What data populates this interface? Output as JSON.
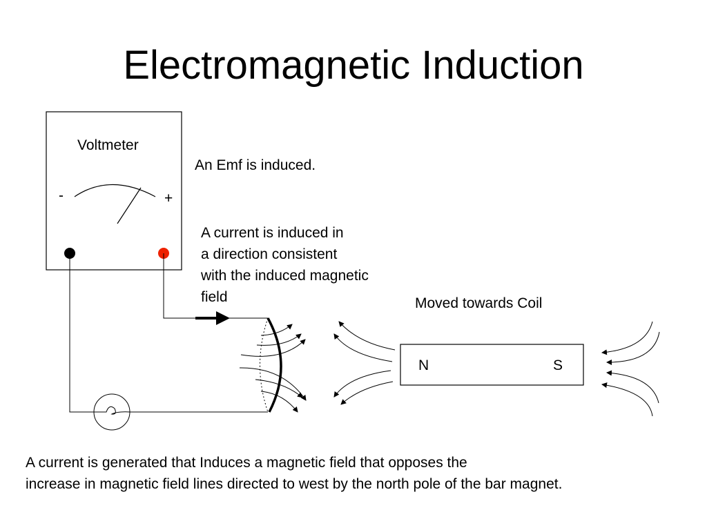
{
  "slide": {
    "title": "Electromagnetic Induction"
  },
  "voltmeter": {
    "label": "Voltmeter",
    "minus_label": "-",
    "plus_label": "+",
    "negative_terminal_color": "#000000",
    "positive_terminal_color": "#ee2200"
  },
  "annotations": {
    "emf": "An Emf is induced.",
    "current_lines": [
      "A current is induced in",
      "a direction consistent",
      "with the induced magnetic",
      "field"
    ],
    "motion": "Moved towards Coil"
  },
  "magnet": {
    "north_label": "N",
    "south_label": "S"
  },
  "caption": {
    "lines": [
      "A current is generated that Induces a magnetic field that opposes the",
      "increase in magnetic field lines directed to west by the north pole of the bar magnet."
    ]
  }
}
